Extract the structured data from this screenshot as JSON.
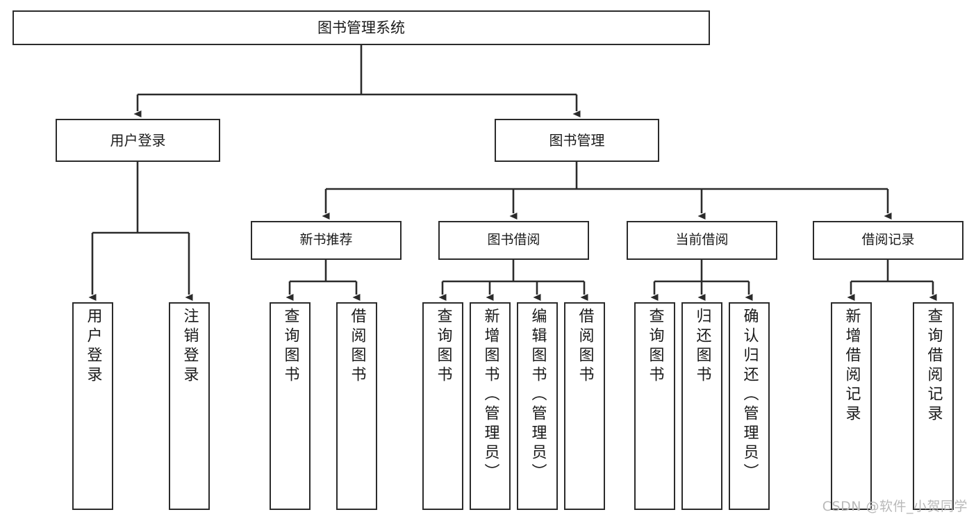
{
  "diagram": {
    "title": "图书管理系统",
    "type": "tree-hierarchy",
    "root": {
      "label": "图书管理系统"
    },
    "level1": [
      {
        "label": "用户登录"
      },
      {
        "label": "图书管理"
      }
    ],
    "level2": [
      {
        "label": "新书推荐"
      },
      {
        "label": "图书借阅"
      },
      {
        "label": "当前借阅"
      },
      {
        "label": "借阅记录"
      }
    ],
    "leaves": {
      "user_login": [
        {
          "label": "用户登录"
        },
        {
          "label": "注销登录"
        }
      ],
      "new_book_recommend": [
        {
          "label": "查询图书"
        },
        {
          "label": "借阅图书"
        }
      ],
      "book_borrow": [
        {
          "label": "查询图书"
        },
        {
          "label": "新增图书（管理员）"
        },
        {
          "label": "编辑图书（管理员）"
        },
        {
          "label": "借阅图书"
        }
      ],
      "current_borrow": [
        {
          "label": "查询图书"
        },
        {
          "label": "归还图书"
        },
        {
          "label": "确认归还（管理员）"
        }
      ],
      "borrow_record": [
        {
          "label": "新增借阅记录"
        },
        {
          "label": "查询借阅记录"
        }
      ]
    }
  },
  "watermark": {
    "text": "CSDN @软件_小贺同学"
  },
  "colors": {
    "background": "#ffffff",
    "border": "#2b2b2b",
    "text": "#1a1a1a",
    "edge": "#2b2b2b",
    "watermark": "#b9b9b9"
  }
}
